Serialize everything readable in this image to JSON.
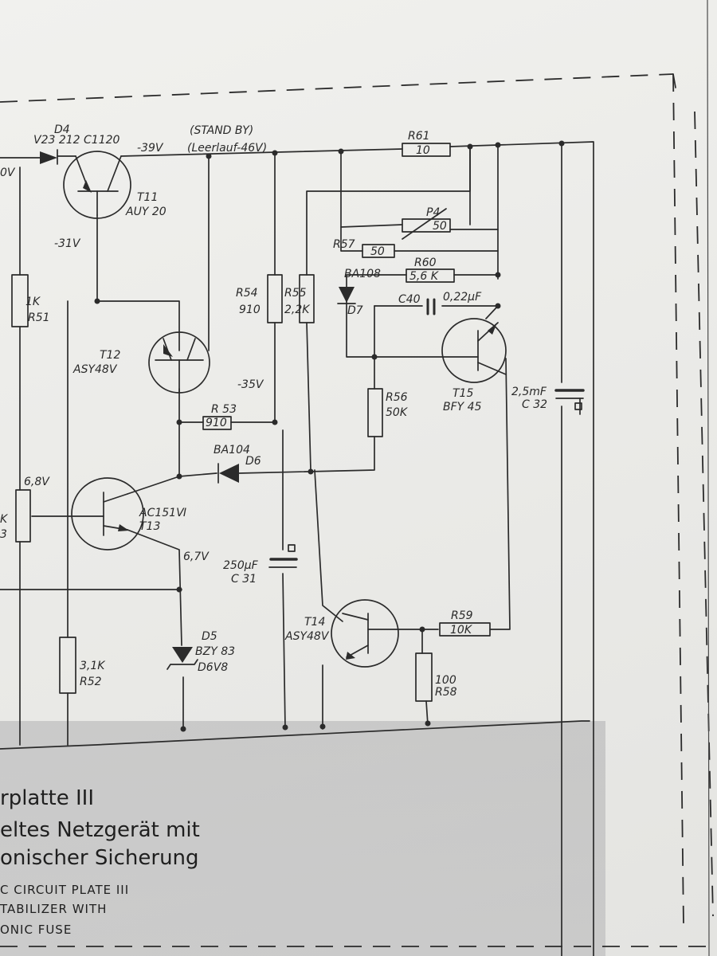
{
  "schematic": {
    "rail_labels": {
      "d4_id": "D4",
      "d4_type": "V23 212 C1120",
      "standby": "(STAND BY)",
      "v_neg39": "-39V",
      "leerlauf": "(Leerlauf-46V)",
      "v_neg31": "-31V",
      "v_neg35": "-35V",
      "v_68": "6,8V",
      "v_67": "6,7V",
      "left_edge_v": "0V",
      "left_edge_k": "K",
      "left_edge_3": "3"
    },
    "transistors": [
      {
        "key": "t11",
        "id": "T11",
        "type": "AUY 20"
      },
      {
        "key": "t12",
        "id": "T12",
        "type": "ASY48Ⅴ"
      },
      {
        "key": "t13",
        "id": "T13",
        "type": "AC151Ⅵ"
      },
      {
        "key": "t14",
        "id": "T14",
        "type": "ASY48Ⅴ"
      },
      {
        "key": "t15",
        "id": "T15",
        "type": "BFY 45"
      }
    ],
    "resistors": {
      "r51": {
        "id": "R51",
        "value": "1K"
      },
      "r52": {
        "id": "R52",
        "value": "3,1K"
      },
      "r53": {
        "id": "R 53",
        "value": "910"
      },
      "r54": {
        "id": "R54",
        "value": "910"
      },
      "r55": {
        "id": "R55",
        "value": "2,2K"
      },
      "r56": {
        "id": "R56",
        "value": "50K"
      },
      "r57": {
        "id": "R57",
        "value": "50"
      },
      "r58": {
        "id": "R58",
        "value": "100"
      },
      "r59": {
        "id": "R59",
        "value": "10K"
      },
      "r60": {
        "id": "R60",
        "value": "5,6 K"
      },
      "r61": {
        "id": "R61",
        "value": "10"
      },
      "p4": {
        "id": "P4",
        "value": "50"
      }
    },
    "capacitors": {
      "c31": {
        "id": "C 31",
        "value": "250µF"
      },
      "c32": {
        "id": "C 32",
        "value": "2,5mF"
      },
      "c40": {
        "id": "C40",
        "value": "0,22µF"
      }
    },
    "diodes": {
      "d5": {
        "id": "D5",
        "type": "BZY 83",
        "sub": "D6V8"
      },
      "d6": {
        "id": "D6",
        "type": "BA104"
      },
      "d7": {
        "id": "D7",
        "type": "BA108"
      }
    }
  },
  "caption": {
    "line1": "rplatte III",
    "line2": "eltes Netzgerät mit",
    "line3": "onischer Sicherung",
    "line4": "C CIRCUIT PLATE III",
    "line5": "TABILIZER WITH",
    "line6": "ONIC FUSE"
  },
  "colors": {
    "ink": "#2b2b2b",
    "paper": "#eeeeeb",
    "shadow": "#9a9aa0"
  }
}
